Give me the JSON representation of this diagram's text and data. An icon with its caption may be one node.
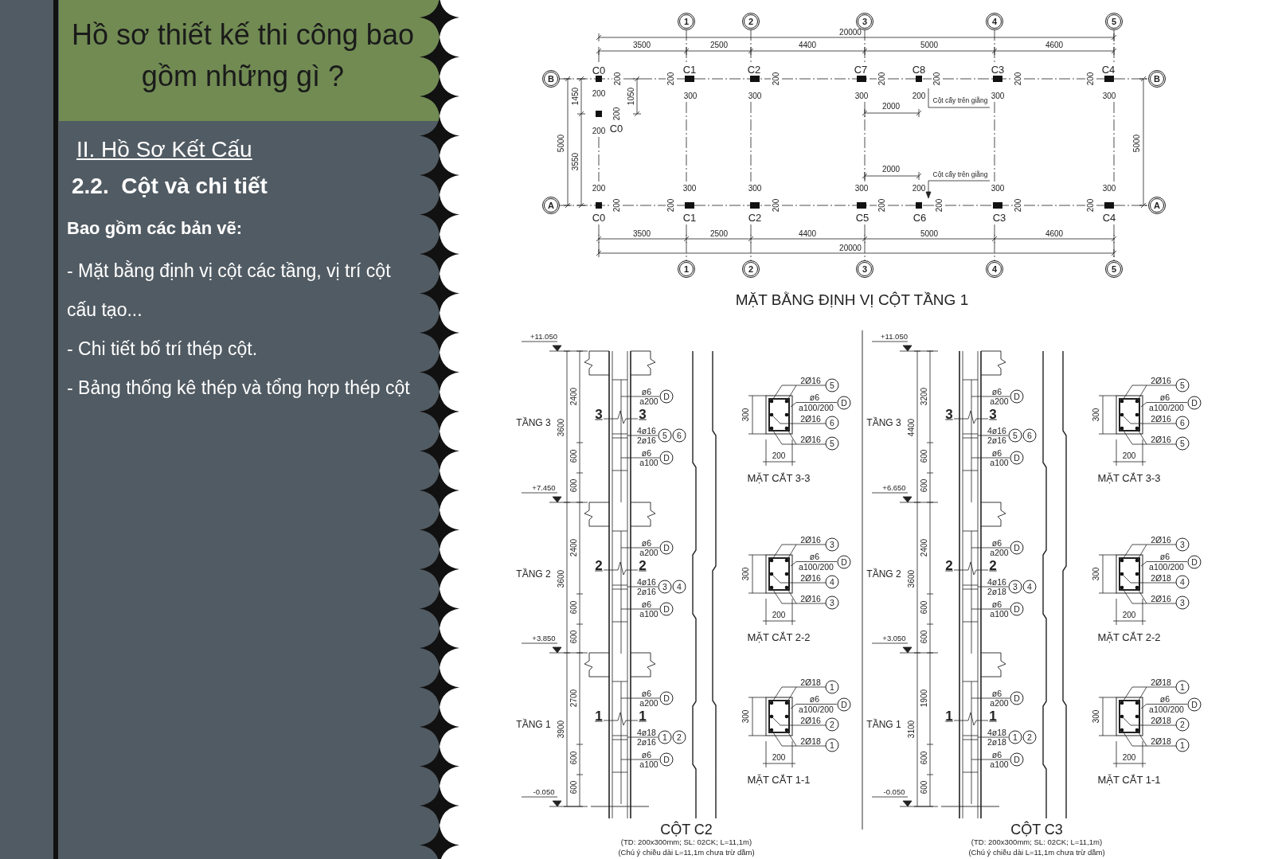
{
  "diagram": {
    "title": "Hồ sơ thiết kế thi công bao gồm những gì ?",
    "labels": [
      "II. Hồ Sơ Kết Cấu",
      "2.2.  Cột và chi tiết",
      "Bao gồm các bản vẽ:",
      "- Mặt bằng định vị cột các tầng, vị trí cột cấu tạo...",
      "- Chi tiết bố trí thép cột.",
      "- Bảng thống kê thép và tổng hợp thép cột",
      "1",
      "2",
      "3",
      "4",
      "5",
      "20000",
      "3500",
      "2500",
      "4400",
      "5000",
      "4600",
      "B",
      "C0",
      "C1",
      "C2",
      "C7",
      "C8",
      "C3",
      "C4",
      "B",
      "200",
      "200",
      "1450",
      "1050",
      "200",
      "300",
      "200",
      "300",
      "200",
      "300",
      "200",
      "200",
      "Cột cấy trên giằng",
      "200",
      "300",
      "200",
      "300",
      "2000",
      "200",
      "200",
      "C0",
      "5000",
      "3550",
      "5000",
      "2000",
      "Cột cấy trên giằng",
      "200",
      "300",
      "300",
      "300",
      "200",
      "300",
      "300",
      "A",
      "200",
      "200",
      "200",
      "200",
      "200",
      "200",
      "200",
      "A",
      "C0",
      "C1",
      "C2",
      "C5",
      "C6",
      "C3",
      "C4",
      "3500",
      "2500",
      "4400",
      "5000",
      "4600",
      "20000",
      "1",
      "2",
      "3",
      "4",
      "5",
      "MẶT BẰNG ĐỊNH VỊ CỘT TẦNG 1",
      "+11.050",
      "TẦNG 3",
      "2400",
      "3600",
      "600",
      "600",
      "3",
      "3",
      "ø6",
      "a200",
      "D",
      "4ø16",
      "2ø16",
      "5",
      "6",
      "ø6",
      "a100",
      "D",
      "+7.450",
      "TẦNG 2",
      "2400",
      "3600",
      "600",
      "600",
      "2",
      "2",
      "ø6",
      "a200",
      "D",
      "4ø16",
      "2ø16",
      "3",
      "4",
      "ø6",
      "a100",
      "D",
      "+3.850",
      "TẦNG 1",
      "2700",
      "3900",
      "600",
      "600",
      "1",
      "1",
      "ø6",
      "a200",
      "D",
      "4ø18",
      "2ø16",
      "1",
      "2",
      "ø6",
      "a100",
      "D",
      "-0.050",
      "2Ø16",
      "5",
      "ø6",
      "a100/200",
      "D",
      "2Ø16",
      "6",
      "2Ø16",
      "5",
      "300",
      "200",
      "MẶT CẮT 3-3",
      "2Ø16",
      "3",
      "ø6",
      "a100/200",
      "D",
      "2Ø16",
      "4",
      "2Ø16",
      "3",
      "300",
      "200",
      "MẶT CẮT 2-2",
      "2Ø18",
      "1",
      "ø6",
      "a100/200",
      "D",
      "2Ø16",
      "2",
      "2Ø18",
      "1",
      "300",
      "200",
      "MẶT CẮT 1-1",
      "CỘT C2",
      "(TD: 200x300mm; SL: 02CK; L=11,1m)",
      "(Chú ý chiều dài L=11,1m chưa trừ dầm)",
      "+11.050",
      "TẦNG 3",
      "3200",
      "4400",
      "600",
      "600",
      "3",
      "3",
      "ø6",
      "a200",
      "D",
      "4ø16",
      "2ø16",
      "5",
      "6",
      "ø6",
      "a100",
      "D",
      "+6.650",
      "TẦNG 2",
      "2400",
      "3600",
      "600",
      "600",
      "2",
      "2",
      "ø6",
      "a200",
      "D",
      "4ø16",
      "2ø18",
      "3",
      "4",
      "ø6",
      "a100",
      "D",
      "+3.050",
      "TẦNG 1",
      "1900",
      "3100",
      "600",
      "600",
      "1",
      "1",
      "ø6",
      "a200",
      "D",
      "4ø18",
      "2ø18",
      "1",
      "2",
      "ø6",
      "a100",
      "D",
      "-0.050",
      "2Ø16",
      "5",
      "ø6",
      "a100/200",
      "D",
      "2Ø16",
      "6",
      "2Ø16",
      "5",
      "300",
      "200",
      "MẶT CẮT 3-3",
      "2Ø16",
      "3",
      "ø6",
      "a100/200",
      "D",
      "2Ø18",
      "4",
      "2Ø16",
      "3",
      "300",
      "200",
      "MẶT CẮT 2-2",
      "2Ø18",
      "1",
      "ø6",
      "a100/200",
      "D",
      "2Ø18",
      "2",
      "2Ø18",
      "1",
      "300",
      "200",
      "MẶT CẮT 1-1",
      "CỘT C3",
      "(TD: 200x300mm; SL: 02CK; L=11,1m)",
      "(Chú ý chiều dài L=11,1m chưa trừ dầm)"
    ]
  }
}
